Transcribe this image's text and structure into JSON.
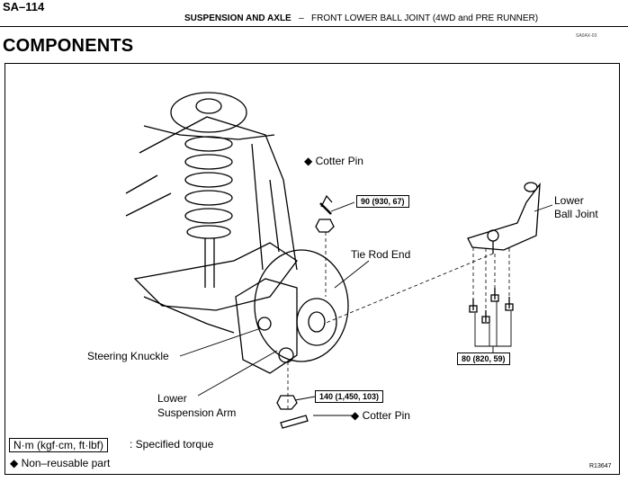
{
  "header": {
    "page_number": "SA–114",
    "section": "SUSPENSION AND AXLE",
    "separator": "–",
    "subtitle": "FRONT LOWER BALL JOINT (4WD and PRE RUNNER)",
    "code": "SA0AX-03"
  },
  "title": "COMPONENTS",
  "labels": {
    "cotter_pin_top": "◆ Cotter Pin",
    "lower_ball_joint_1": "Lower",
    "lower_ball_joint_2": "Ball Joint",
    "tie_rod_end": "Tie Rod End",
    "steering_knuckle": "Steering Knuckle",
    "lower_arm_1": "Lower",
    "lower_arm_2": "Suspension Arm",
    "cotter_pin_bottom": "◆ Cotter Pin"
  },
  "torques": {
    "tie_rod_nut": "90 (930, 67)",
    "ball_joint_bolts": "80 (820, 59)",
    "ball_joint_nut": "140 (1,450, 103)"
  },
  "legend": {
    "unit_box": "N·m (kgf·cm, ft·lbf)",
    "unit_desc": ": Specified torque",
    "nonreusable": "◆ Non–reusable part"
  },
  "figure_ref": "R13647"
}
